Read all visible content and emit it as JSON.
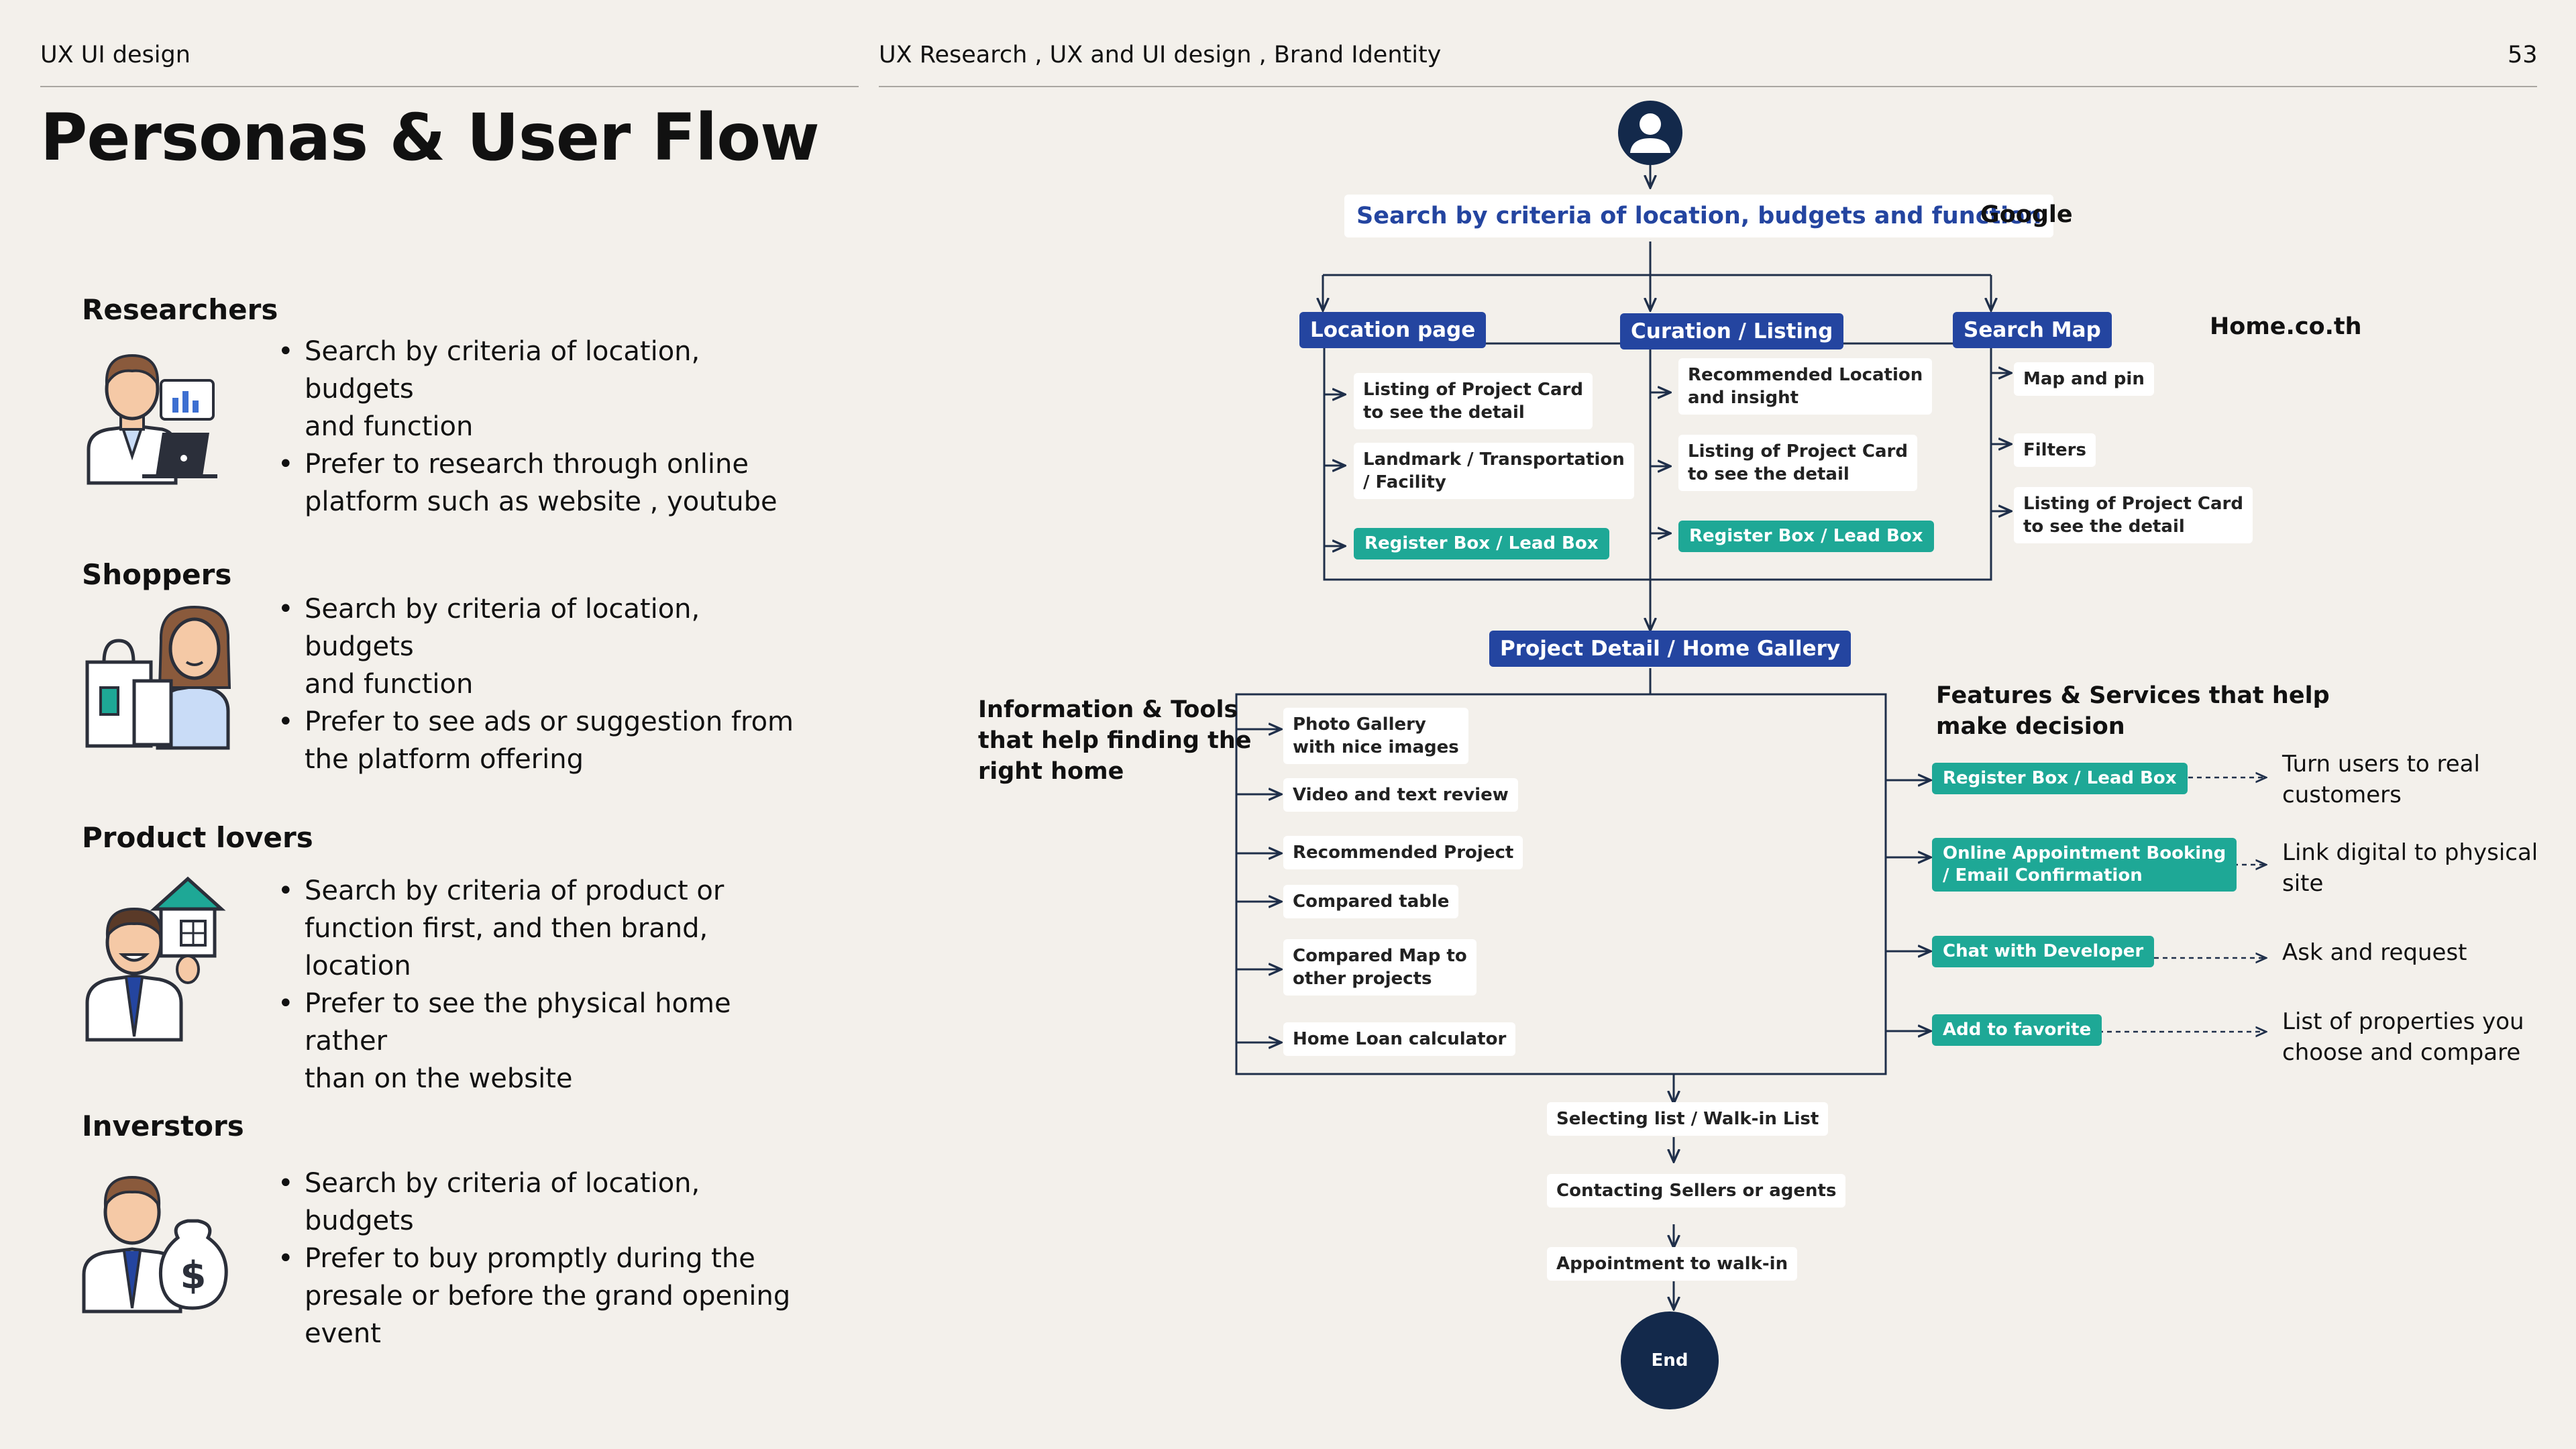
{
  "header": {
    "left": "UX UI design",
    "middle": "UX Research , UX and UI design , Brand Identity",
    "page_number": "53"
  },
  "title": "Personas & User Flow",
  "personas": [
    {
      "name": "Researchers",
      "icon": "researcher-icon",
      "bullets": [
        [
          "Search  by criteria of location, budgets",
          "and function"
        ],
        [
          "Prefer to research through online",
          "platform such as website , youtube"
        ]
      ]
    },
    {
      "name": "Shoppers",
      "icon": "shopper-icon",
      "bullets": [
        [
          "Search by criteria of location, budgets",
          "and function"
        ],
        [
          "Prefer to see ads or suggestion from",
          "the platform offering"
        ]
      ]
    },
    {
      "name": "Product lovers",
      "icon": "product-lover-icon",
      "bullets": [
        [
          "Search by criteria of product or",
          "function first, and then brand, location"
        ],
        [
          "Prefer to see the physical home rather",
          "than on the website"
        ]
      ]
    },
    {
      "name": "Inverstors",
      "icon": "investor-icon",
      "bullets": [
        [
          "Search  by criteria of location, budgets"
        ],
        [
          "Prefer to buy promptly during the",
          "presale or before the grand opening",
          "event"
        ]
      ]
    }
  ],
  "flow": {
    "start_icon": "user-icon",
    "search": "Search  by criteria of location, budgets and function",
    "google": "Google",
    "homecoth": "Home.co.th",
    "columns": {
      "location": {
        "title": "Location page",
        "items": [
          [
            "Listing of Project Card",
            "to see the detail"
          ],
          [
            "Landmark / Transportation",
            "/ Facility"
          ]
        ],
        "cta": "Register Box / Lead Box"
      },
      "curation": {
        "title": "Curation / Listing",
        "items": [
          [
            "Recommended Location",
            "and insight"
          ],
          [
            "Listing of Project Card",
            "to see the detail"
          ]
        ],
        "cta": "Register Box / Lead Box"
      },
      "map": {
        "title": "Search Map",
        "items": [
          [
            "Map and  pin"
          ],
          [
            "Filters"
          ],
          [
            "Listing of Project Card",
            "to see the detail"
          ]
        ]
      }
    },
    "project_detail": "Project Detail /  Home Gallery",
    "info_title": [
      "Information & Tools",
      "that help finding the",
      "right home"
    ],
    "info_items": [
      [
        "Photo Gallery",
        "with nice images"
      ],
      [
        "Video and text review"
      ],
      [
        "Recommended  Project"
      ],
      [
        "Compared table"
      ],
      [
        "Compared Map to",
        "other projects"
      ],
      [
        "Home Loan calculator"
      ]
    ],
    "features_title": [
      "Features & Services that help",
      "make decision"
    ],
    "features": [
      {
        "label": [
          "Register Box / Lead Box"
        ],
        "desc": [
          "Turn users to real",
          "customers"
        ]
      },
      {
        "label": [
          "Online Appointment Booking",
          "/ Email Confirmation"
        ],
        "desc": [
          "Link digital to physical",
          "site"
        ]
      },
      {
        "label": [
          "Chat with Developer"
        ],
        "desc": [
          "Ask and request"
        ]
      },
      {
        "label": [
          "Add to favorite"
        ],
        "desc": [
          "List of properties you",
          "choose and compare"
        ]
      }
    ],
    "steps": [
      "Selecting list / Walk-in List",
      "Contacting Sellers or agents",
      "Appointment to walk-in"
    ],
    "end": "End"
  },
  "colors": {
    "background": "#f3f0eb",
    "blue": "#2445a0",
    "teal": "#1ea896",
    "navy": "#13294b",
    "line": "#1f2f4a"
  }
}
